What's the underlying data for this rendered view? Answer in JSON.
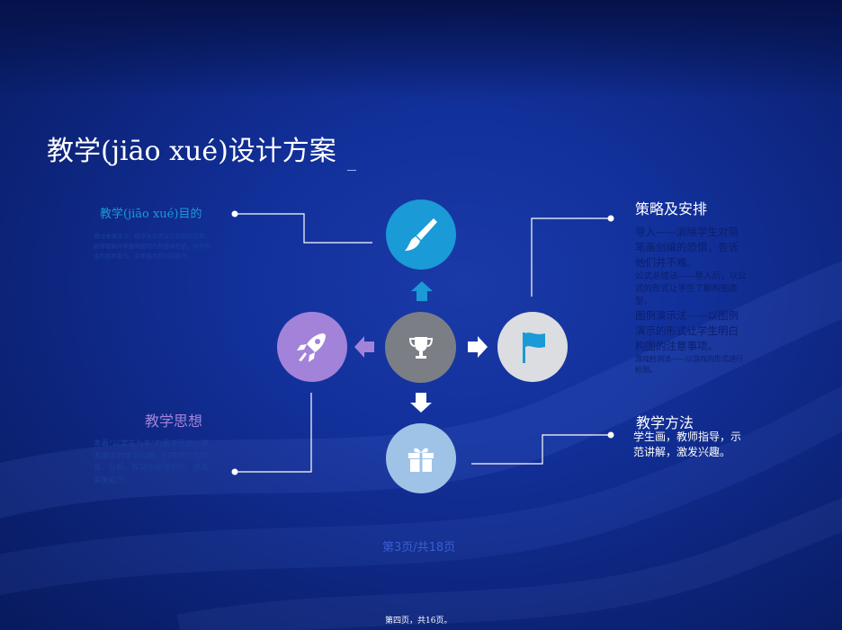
{
  "slide": {
    "title": "教学(jiāo xué)设计方案",
    "pager": "第3页/共18页",
    "footer": "第四页，共16页。"
  },
  "sections": {
    "goal": {
      "heading": "教学(jiāo xué)目的",
      "body": "通过本课学习，使学生初步认识构图的作用，能够理解并掌握构图的几种基本形式，培养学生的观察能力、审美能力和创造能力。"
    },
    "idea": {
      "heading": "教学思想",
      "body": "本着“以学生为本”的教学思想，激发学生的学习兴趣，引导学生在欣赏、分析、探究中获得知识，提高审美能力。"
    },
    "strategy": {
      "heading": "策略及安排",
      "items": [
        "导入——消除学生对简笔画创编的恐惧，告诉他们并不难。",
        "公式总结法——导入后，以公式的形式让学生了解构图类型。",
        "图例演示法——以图例演示的形式让学生明白构图的注意事项。",
        "游戏检测法——以游戏的形式进行检测。"
      ]
    },
    "method": {
      "heading": "教学方法",
      "body": "学生画，教师指导，示范讲解，激发兴趣。"
    }
  },
  "icons": {
    "top": "paintbrush-icon",
    "center": "trophy-icon",
    "left": "rocket-icon",
    "right": "flag-icon",
    "bottom": "gift-icon"
  },
  "colors": {
    "blue": "#1a9ad6",
    "gray": "#7c7e86",
    "purple": "#a283d9",
    "white": "#dcdde0",
    "lightblue": "#9fc3e6"
  }
}
